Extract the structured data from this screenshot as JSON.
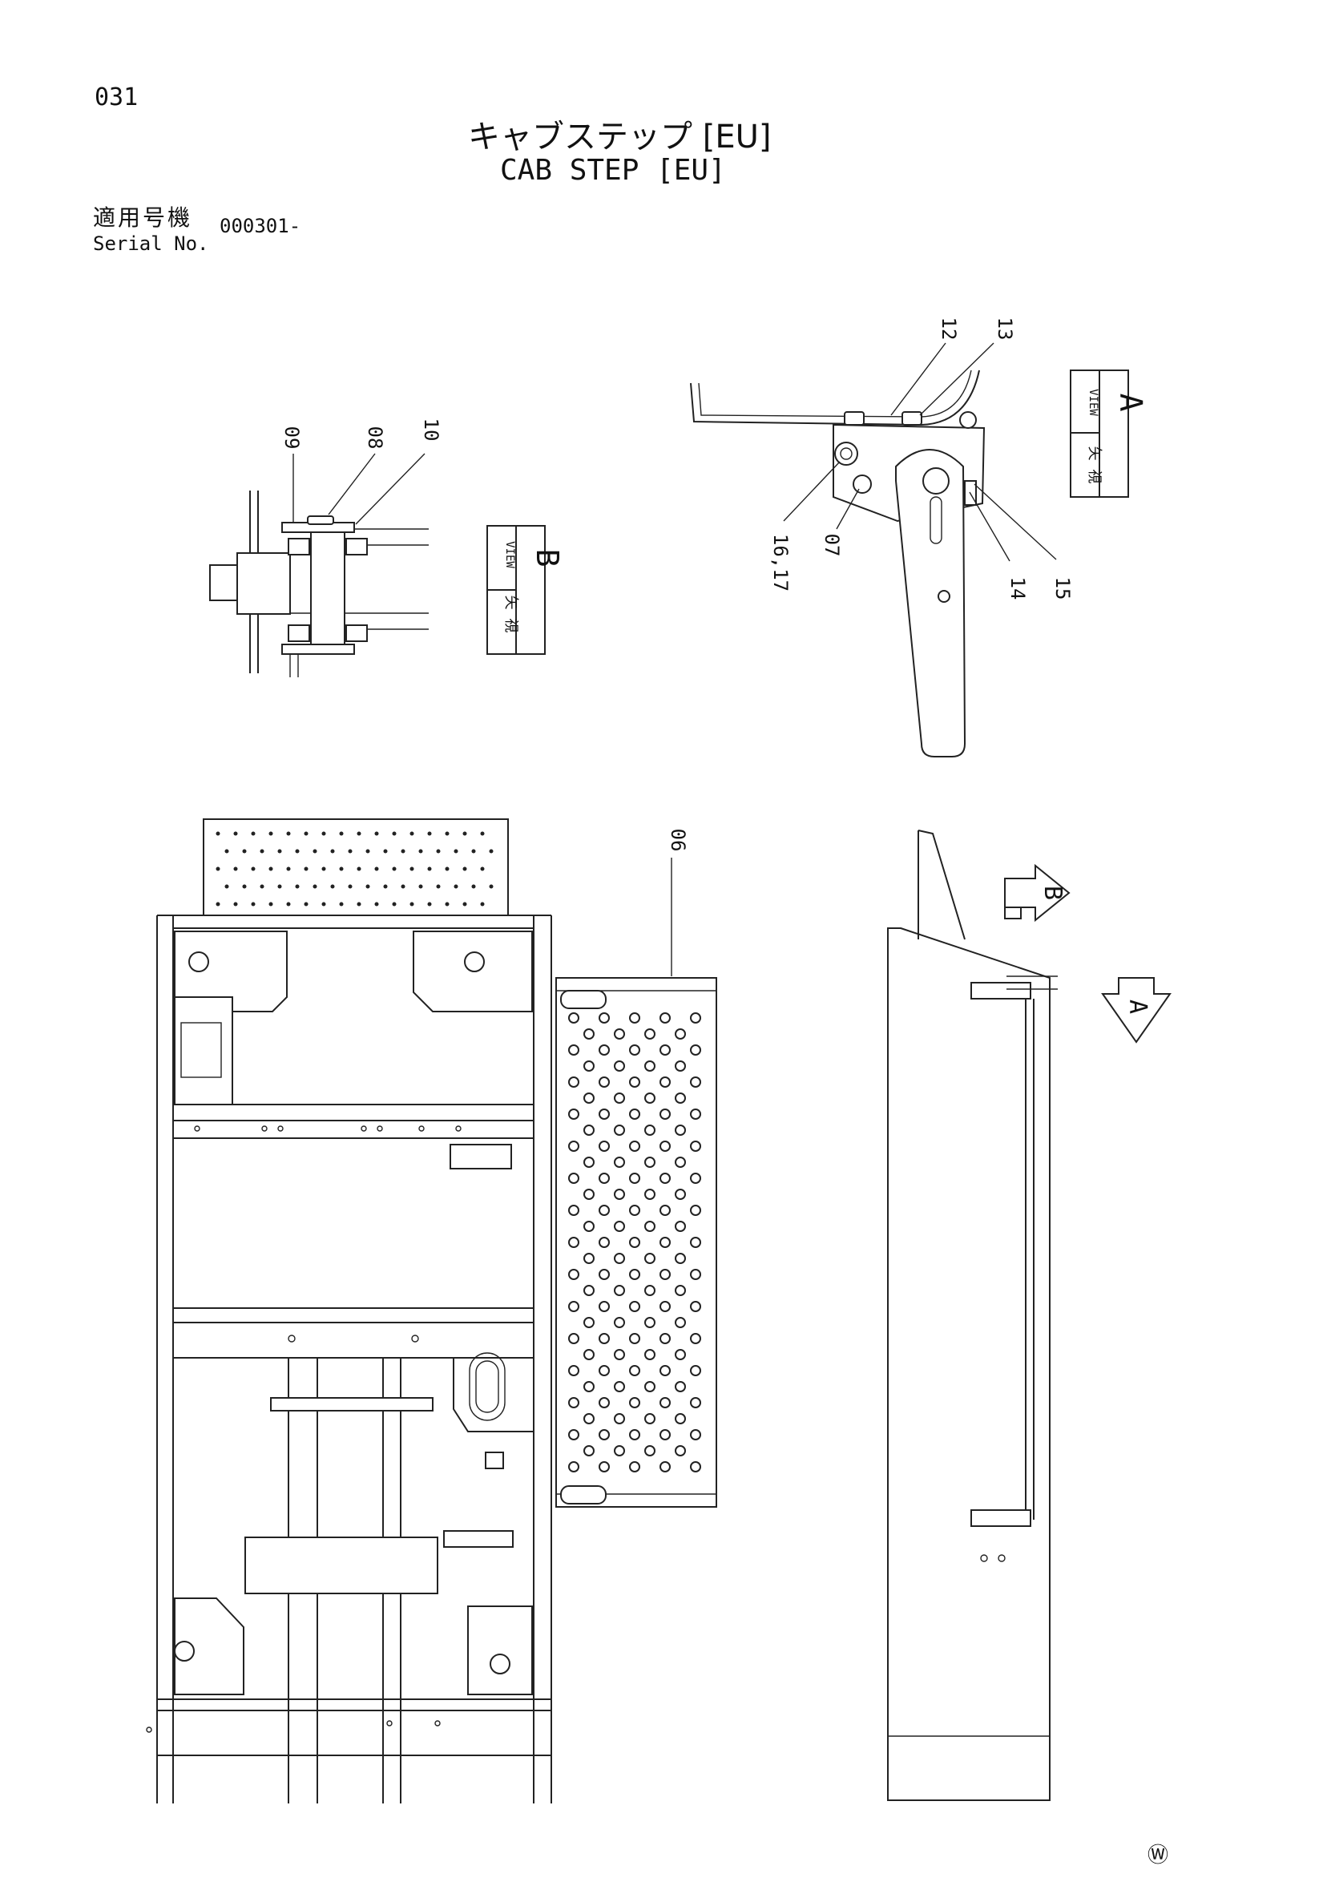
{
  "header": {
    "page_number": "031",
    "title_jp": "キャブステップ [EU]",
    "title_en": "CAB STEP [EU]",
    "serial_label_jp": "適用号機",
    "serial_label_en": "Serial No.",
    "serial_value": "000301-"
  },
  "callouts": {
    "view_b": [
      "09",
      "08",
      "10"
    ],
    "view_a": [
      "12",
      "13",
      "16,17",
      "07",
      "14",
      "15"
    ],
    "main": [
      "06"
    ]
  },
  "view_labels": {
    "view_b_kanji": "矢 視",
    "view_b_word": "VIEW",
    "view_b_letter": "B",
    "view_a_kanji": "矢 視",
    "view_a_word": "VIEW",
    "view_a_letter": "A",
    "arrow_b": "B",
    "arrow_a": "A"
  },
  "footer": {
    "watermark": "Ⓦ"
  }
}
